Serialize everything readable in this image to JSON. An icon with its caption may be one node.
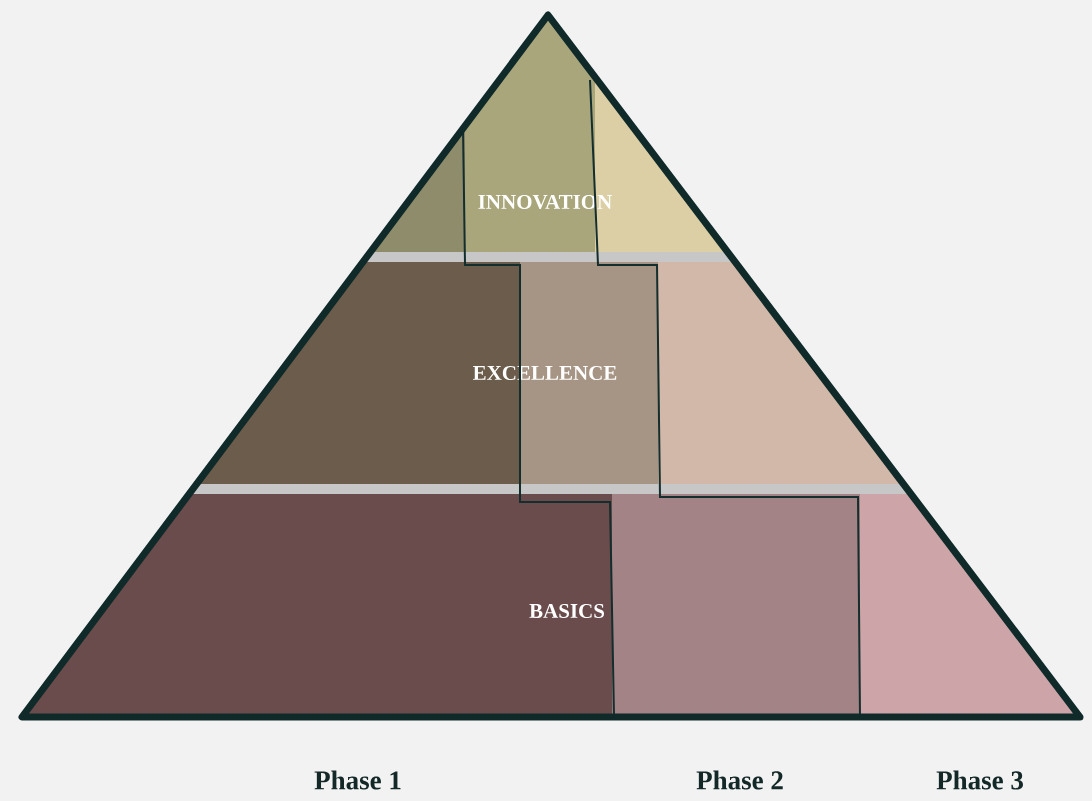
{
  "diagram": {
    "nodes": [
      {
        "text": [
          "INNOVATION"
        ]
      },
      {
        "text": [
          "EXCELLENCE"
        ]
      },
      {
        "text": [
          "BASICS"
        ]
      }
    ],
    "labels": [
      "Phase 1",
      "Phase 2",
      "Phase 3"
    ]
  }
}
